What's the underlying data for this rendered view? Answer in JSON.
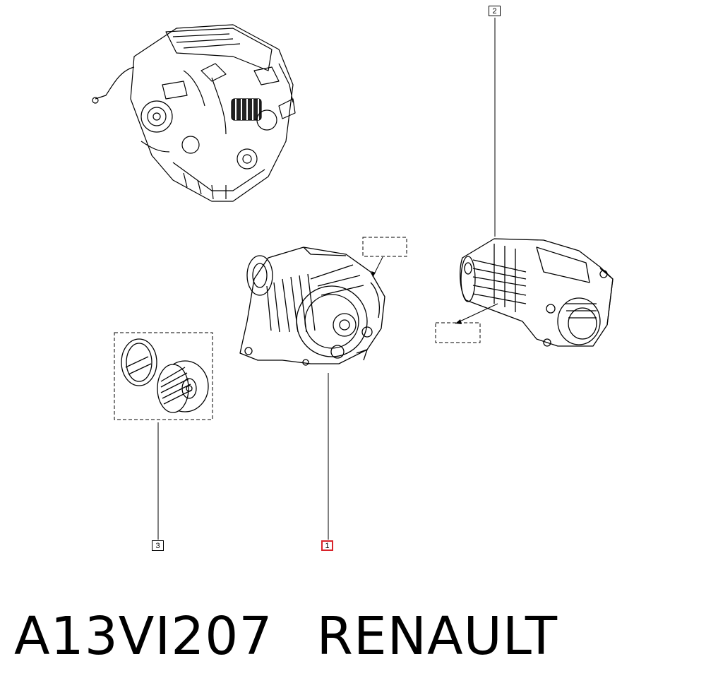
{
  "caption": {
    "reference": "A13VI207",
    "brand": "RENAULT"
  },
  "callouts": [
    {
      "id": "1",
      "label": "1",
      "part": "alternator",
      "selected": true
    },
    {
      "id": "2",
      "label": "2",
      "part": "starter-motor",
      "selected": false
    },
    {
      "id": "3",
      "label": "3",
      "part": "pulley-kit",
      "selected": false
    }
  ],
  "colors": {
    "line": "#000000",
    "highlight": "#d8232a",
    "background": "#ffffff"
  }
}
